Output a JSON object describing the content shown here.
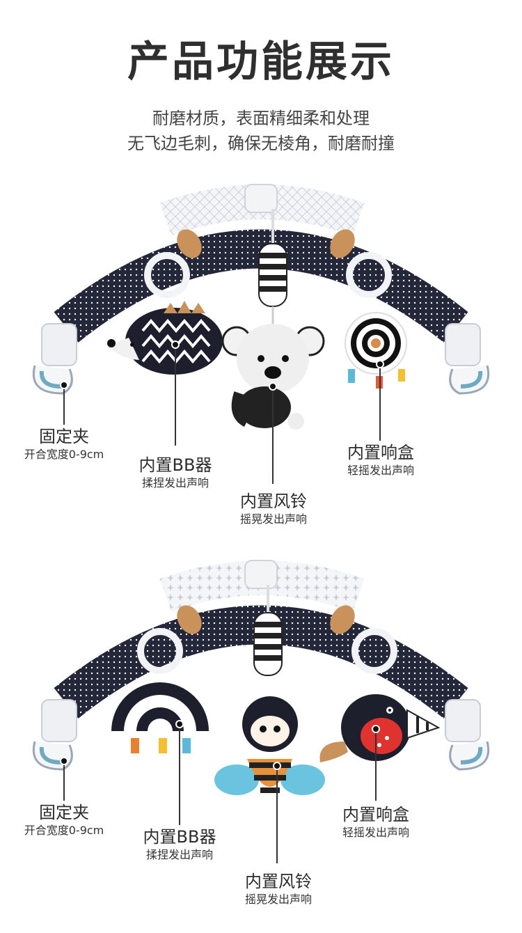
{
  "page": {
    "title": "产品功能展示",
    "subtitle_line1": "耐磨材质，表面精细柔和处理",
    "subtitle_line2": "无飞边毛刺，确保无棱角，耐磨耐撞"
  },
  "section1": {
    "clip": {
      "title": "固定夹",
      "note": "开合宽度0-9cm"
    },
    "bb": {
      "title": "内置BB器",
      "note": "揉捏发出声响"
    },
    "chime": {
      "title": "内置风铃",
      "note": "摇晃发出声响"
    },
    "rattle": {
      "title": "内置响盒",
      "note": "轻摇发出声响"
    },
    "toys": [
      "hedgehog",
      "koala",
      "target-ball"
    ]
  },
  "section2": {
    "clip": {
      "title": "固定夹",
      "note": "开合宽度0-9cm"
    },
    "bb": {
      "title": "内置BB器",
      "note": "揉捏发出声响"
    },
    "chime": {
      "title": "内置风铃",
      "note": "摇晃发出声响"
    },
    "rattle": {
      "title": "内置响盒",
      "note": "轻摇发出声响"
    },
    "toys": [
      "rainbow",
      "bee",
      "bird"
    ]
  },
  "colors": {
    "navy": "#24263a",
    "white": "#ffffff",
    "beige": "#c9925a",
    "blue": "#5cb8d8"
  }
}
